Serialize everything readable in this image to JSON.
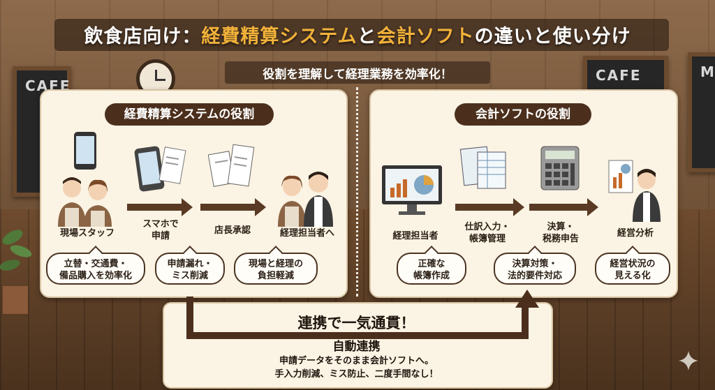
{
  "title": {
    "part1": "飲食店向け：",
    "part2": "経費精算システム",
    "part3": "と",
    "part4": "会計ソフト",
    "part5": "の違いと使い分け"
  },
  "subtitle": "役割を理解して経理業務を効率化！",
  "background": {
    "board_text": "CAFE",
    "board_text_right": "CAFE",
    "board_text_far": "M"
  },
  "left_panel": {
    "heading": "経費精算システムの役割",
    "steps": [
      {
        "label": "現場スタッフ",
        "bubble": "立替・交通費・\n備品購入を効率化"
      },
      {
        "label": "スマホで\n申請",
        "bubble": "申請漏れ・\nミス削減"
      },
      {
        "label": "店長承認",
        "bubble": ""
      },
      {
        "label": "経理担当者へ",
        "bubble": "現場と経理の\n負担軽減"
      }
    ]
  },
  "right_panel": {
    "heading": "会計ソフトの役割",
    "steps": [
      {
        "label": "経理担当者",
        "bubble": "正確な\n帳簿作成"
      },
      {
        "label": "仕訳入力・\n帳簿管理",
        "bubble": ""
      },
      {
        "label": "決算・\n税務申告",
        "bubble": "決算対策・\n法的要件対応"
      },
      {
        "label": "経営分析",
        "bubble": "経営状況の\n見える化"
      }
    ]
  },
  "bottom": {
    "headline": "連携で一気通貫！",
    "subhead": "自動連携",
    "line1": "申請データをそのまま会計ソフトへ。",
    "line2": "手入力削減、ミス防止、二度手間なし！"
  },
  "colors": {
    "accent": "#f2b23a",
    "dark_brown": "#4b2f1c",
    "panel": "#fbf3e3"
  }
}
